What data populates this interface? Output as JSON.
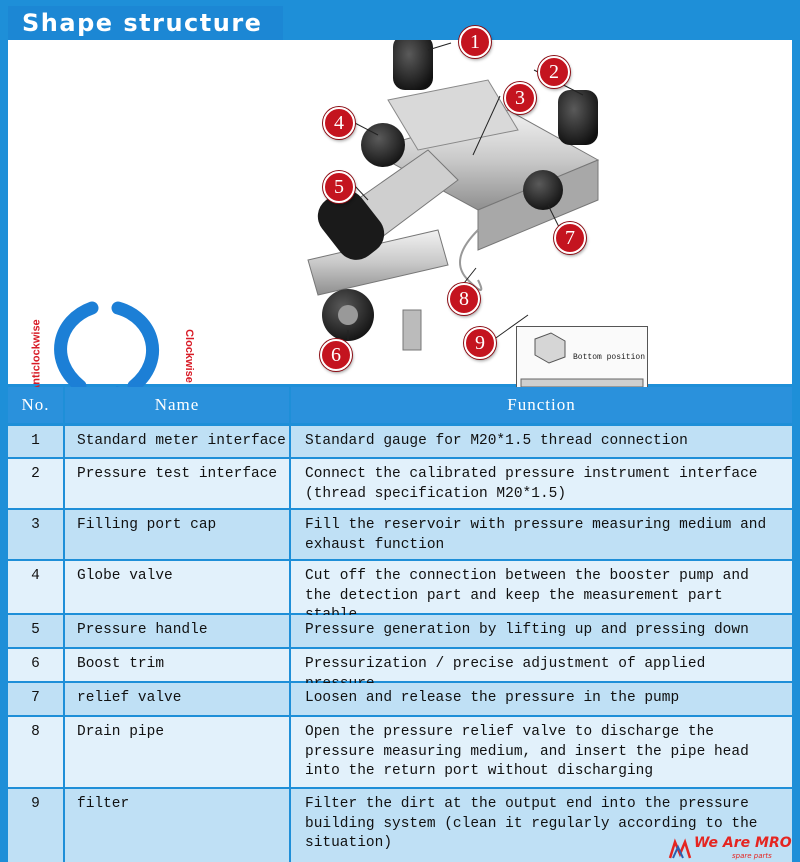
{
  "title": "Shape structure",
  "rotation": {
    "anticlockwise": "Anticlockwise",
    "clockwise": "Clockwise"
  },
  "callouts": [
    "1",
    "2",
    "3",
    "4",
    "5",
    "6",
    "7",
    "8",
    "9"
  ],
  "inset_label": "Bottom position",
  "table": {
    "headers": [
      "No.",
      "Name",
      "Function"
    ],
    "rows": [
      {
        "no": "1",
        "name": "Standard meter interface",
        "function": "Standard gauge for M20*1.5 thread connection"
      },
      {
        "no": "2",
        "name": "Pressure test interface",
        "function": "Connect the calibrated pressure instrument interface (thread specification M20*1.5)"
      },
      {
        "no": "3",
        "name": "Filling port cap",
        "function": "Fill the reservoir with pressure measuring medium and exhaust function"
      },
      {
        "no": "4",
        "name": "Globe valve",
        "function": "Cut off the connection between the booster pump and the detection part and keep the measurement part stable"
      },
      {
        "no": "5",
        "name": "Pressure handle",
        "function": "Pressure generation by lifting up and pressing down"
      },
      {
        "no": "6",
        "name": "Boost trim",
        "function": "Pressurization / precise adjustment of applied pressure"
      },
      {
        "no": "7",
        "name": "relief valve",
        "function": "Loosen and release the pressure in the pump"
      },
      {
        "no": "8",
        "name": "Drain pipe",
        "function": "Open the pressure relief valve to discharge the pressure measuring medium, and insert the pipe head into the return port without discharging"
      },
      {
        "no": "9",
        "name": "filter",
        "function": "Filter the dirt at the output end into the pressure building system (clean it regularly according to the situation)"
      }
    ]
  },
  "logo": {
    "text": "We Are MRO",
    "sub": "spare parts"
  },
  "colors": {
    "frame": "#1e8fd8",
    "header": "#2a91dc",
    "row_dark": "#bfe0f5",
    "row_light": "#e2f1fb",
    "callout": "#c4141f",
    "arrow": "#1c7fd6"
  }
}
